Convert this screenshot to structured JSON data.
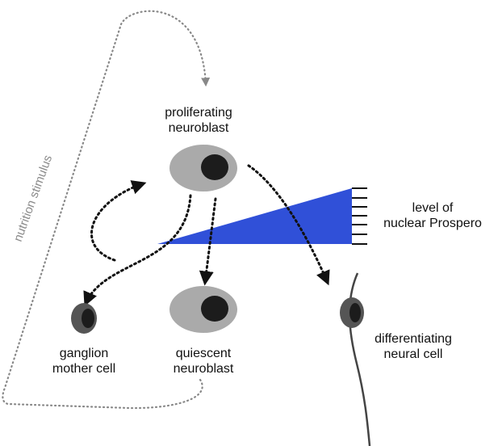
{
  "labels": {
    "nutrition": "nutrition stimulus",
    "proliferating_line1": "proliferating",
    "proliferating_line2": "neuroblast",
    "level_line1": "level of",
    "level_line2": "nuclear Prospero",
    "ganglion_line1": "ganglion",
    "ganglion_line2": "mother cell",
    "quiescent_line1": "quiescent",
    "quiescent_line2": "neuroblast",
    "differentiating_line1": "differentiating",
    "differentiating_line2": "neural cell"
  },
  "colors": {
    "wedge": "#3050d8",
    "cell_light": "#aaaaaa",
    "cell_dark": "#555555",
    "nucleus": "#1c1c1c",
    "arrow": "#111111",
    "stimulus": "#888888"
  }
}
